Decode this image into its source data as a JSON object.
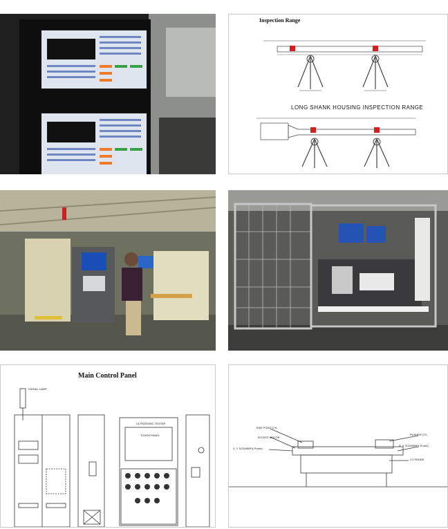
{
  "panels": [
    {
      "kind": "photo",
      "description_name": "hmi-monitors-photo"
    },
    {
      "kind": "drawing",
      "title": "Inspection Range",
      "subtitle": "LONG SHANK HOUSING INSPECTION RANGE"
    },
    {
      "kind": "photo",
      "description_name": "factory-operator-photo"
    },
    {
      "kind": "photo",
      "description_name": "machine-enclosure-photo"
    },
    {
      "kind": "drawing",
      "title": "Main Control Panel",
      "labels": {
        "signal_lamp": "SIGNAL LAMP",
        "panel_tester": "ULTRASONIC TESTER",
        "touch_panel": "TOUCH PANEL"
      }
    },
    {
      "kind": "drawing",
      "labels": {
        "end_point": "END POINT CYL",
        "rotate_motor": "ROTATE MOTOR",
        "xy_scanner_left": "X, Y SCANNER(-Probe)",
        "pusher": "PUSHER CYL",
        "xy_scanner_right": "X, Y SCANNER(-Probe)",
        "ut_probe": "UT-PROBE"
      }
    }
  ],
  "colors": {
    "red_marker": "#d62020",
    "enclosure_blue": "#2453b3",
    "screen_blue": "#6c86c4"
  }
}
